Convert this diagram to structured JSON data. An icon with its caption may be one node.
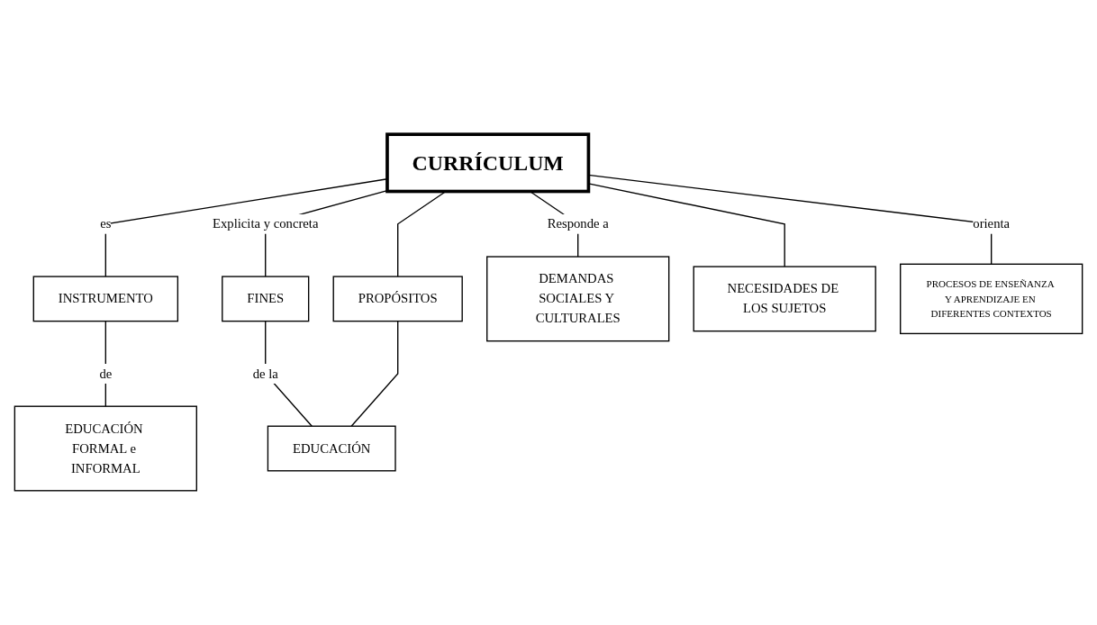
{
  "diagram": {
    "nodes": [
      {
        "text": [
          "CURRÍCULUM"
        ]
      },
      {
        "text": [
          "INSTRUMENTO"
        ]
      },
      {
        "text": [
          "EDUCACIÓN FORMAL e INFORMAL"
        ]
      },
      {
        "text": [
          "FINES"
        ]
      },
      {
        "text": [
          "PROPÓSITOS"
        ]
      },
      {
        "text": [
          "EDUCACIÓN"
        ]
      },
      {
        "text": [
          "DEMANDAS SOCIALES Y CULTURALES"
        ]
      },
      {
        "text": [
          "NECESIDADES DE LOS SUJETOS"
        ]
      },
      {
        "text": [
          "PROCESOS DE ENSEÑANZA Y APRENDIZAJE EN DIFERENTES CONTEXTOS"
        ]
      }
    ],
    "edges": [
      {
        "from": 0,
        "to": 1,
        "arrow": "none",
        "label": "es"
      },
      {
        "from": 1,
        "to": 2,
        "arrow": "none",
        "label": "de"
      },
      {
        "from": 0,
        "to": 3,
        "arrow": "none",
        "label": "Explicita y concreta"
      },
      {
        "from": 0,
        "to": 4,
        "arrow": "none"
      },
      {
        "from": 3,
        "to": 5,
        "arrow": "none",
        "label": "de la"
      },
      {
        "from": 4,
        "to": 5,
        "arrow": "none"
      },
      {
        "from": 0,
        "to": 6,
        "arrow": "none",
        "label": "Responde a"
      },
      {
        "from": 0,
        "to": 7,
        "arrow": "none"
      },
      {
        "from": 0,
        "to": 8,
        "arrow": "none",
        "label": "orienta"
      }
    ]
  }
}
